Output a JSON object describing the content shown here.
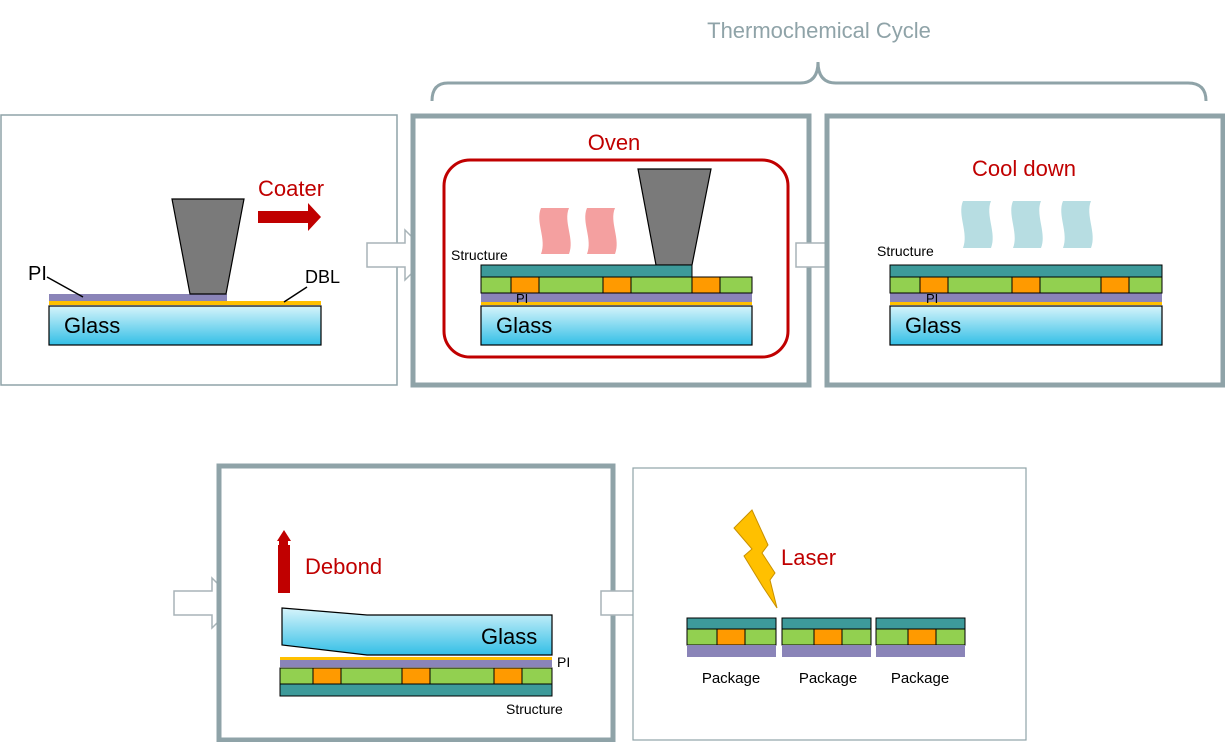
{
  "title": "Thermochemical Cycle",
  "panels": {
    "coat": {
      "process_label": "Coater",
      "pi_label": "PI",
      "dbl_label": "DBL",
      "glass_label": "Glass"
    },
    "oven": {
      "process_label": "Oven",
      "structure_label": "Structure",
      "pi_label": "PI",
      "glass_label": "Glass"
    },
    "cool": {
      "process_label": "Cool down",
      "structure_label": "Structure",
      "pi_label": "PI",
      "glass_label": "Glass"
    },
    "debond": {
      "process_label": "Debond",
      "glass_label": "Glass",
      "pi_label": "PI",
      "structure_label": "Structure"
    },
    "laser": {
      "process_label": "Laser",
      "packages": [
        "Package",
        "Package",
        "Package"
      ]
    }
  },
  "colors": {
    "accent_red": "#c00000",
    "panel_border": "#8fa3a8",
    "glass_top": "#d6f4fb",
    "glass_bottom": "#33bfe6",
    "pi": "#8a84b8",
    "dbl": "#ffc000",
    "structure_teal": "#3d9a9a",
    "structure_green": "#92d050",
    "structure_orange": "#ff9a00",
    "heat_wave": "#f4a0a0",
    "cool_wave": "#b7dde2",
    "coater_head": "#7a7a7a",
    "laser_bolt": "#ffc000"
  },
  "icons": [
    "hollow-arrow-icon",
    "red-arrow-right-icon",
    "red-arrow-up-icon",
    "lightning-bolt-icon",
    "heat-wave-icon",
    "cool-wave-icon",
    "coater-nozzle-icon"
  ]
}
